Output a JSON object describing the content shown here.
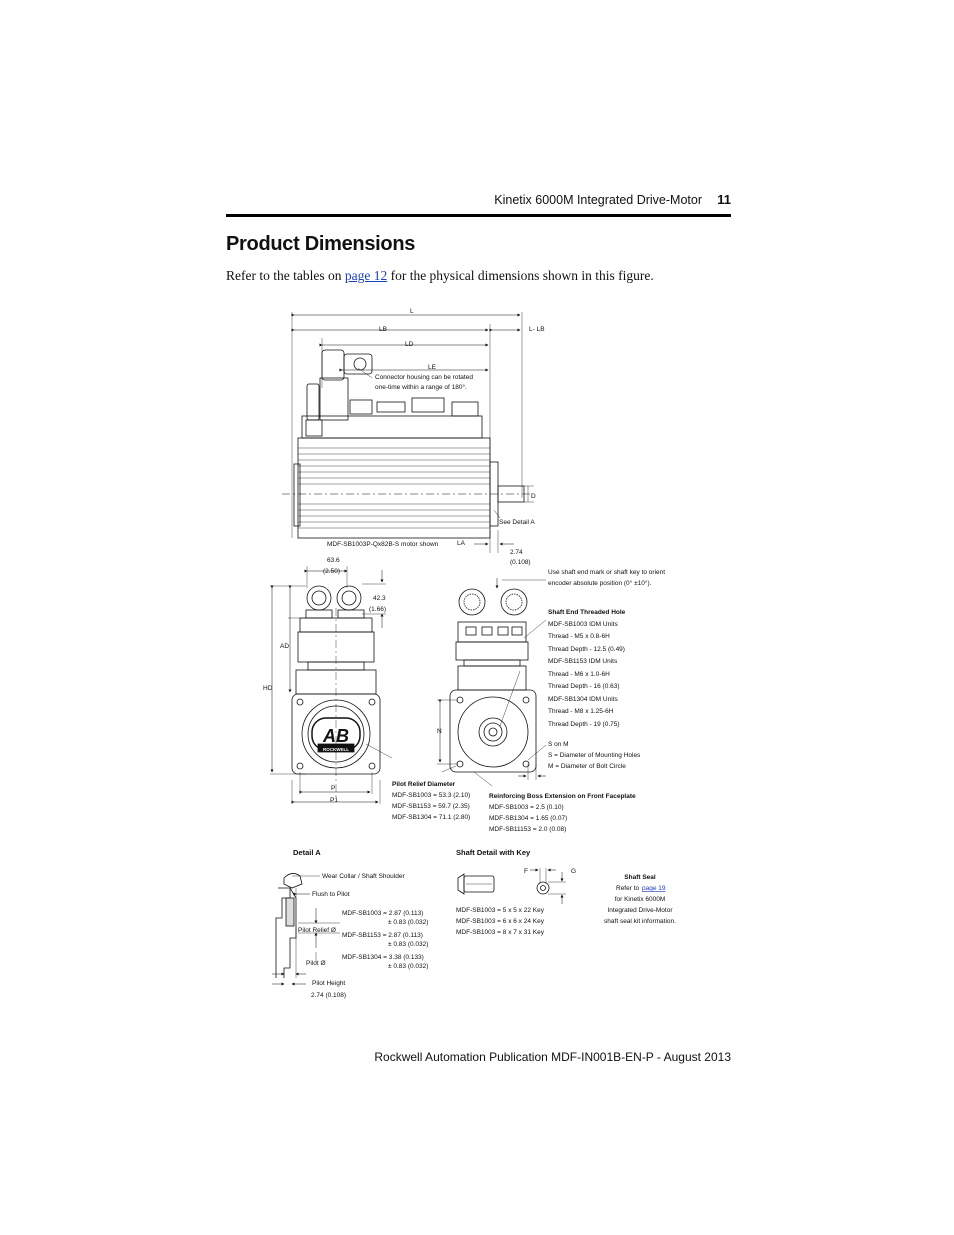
{
  "header": {
    "title": "Kinetix 6000M Integrated Drive-Motor",
    "page_number": "11"
  },
  "section": {
    "title": "Product Dimensions"
  },
  "intro": {
    "before": "Refer to the tables on ",
    "link": "page 12",
    "after": " for the physical dimensions shown in this figure."
  },
  "figure": {
    "top_dims": {
      "L": "L",
      "LB": "LB",
      "L_LB": "L- LB",
      "LD": "LD",
      "LE": "LE",
      "LA": "LA",
      "D": "D"
    },
    "connector_note": [
      "Connector housing can be rotated",
      "one-time within a range of 180°."
    ],
    "see_detail": "See Detail A",
    "caption": "MDF-SB1003P-Qx82B-S motor shown",
    "dim_274": [
      "2.74",
      "(0.108)"
    ],
    "dim_636": [
      "63.6",
      "(2.50)"
    ],
    "dim_423": [
      "42.3",
      "(1.66)"
    ],
    "side_dims": {
      "AD": "AD",
      "HD": "HD",
      "P": "P",
      "P1": "P1",
      "N": "N"
    },
    "logo": "AB",
    "logo_sub": "ROCKWELL",
    "orient_note": [
      "Use shaft end mark or shaft key to orient",
      "encoder absolute position (0° ±10°)."
    ],
    "threaded": {
      "title": "Shaft End Threaded Hole",
      "lines": [
        "MDF-SB1003 IDM Units",
        "Thread - M5 x 0.8-6H",
        "Thread Depth - 12.5 (0.49)",
        "MDF-SB1153 IDM Units",
        "Thread - M6 x 1.0-6H",
        "Thread Depth - 16 (0.63)",
        "MDF-SB1304 IDM Units",
        "Thread - M8 x 1.25-6H",
        "Thread Depth - 19 (0.75)"
      ]
    },
    "s_on_m": [
      "S on M",
      "S = Diameter of Mounting Holes",
      "M = Diameter of Bolt Circle"
    ],
    "pilot_relief": {
      "title": "Pilot Relief Diameter",
      "lines": [
        "MDF-SB1003 = 53.3 (2.10)",
        "MDF-SB1153 = 59.7 (2.35)",
        "MDF-SB1304 = 71.1 (2.80)"
      ]
    },
    "boss": {
      "title": "Reinforcing Boss Extension on Front Faceplate",
      "lines": [
        "MDF-SB1003 = 2.5 (0.10)",
        "MDF-SB1304 = 1.65 (0.07)",
        "MDF-SB11153 = 2.0 (0.08)"
      ]
    },
    "detail_a": {
      "title": "Detail A",
      "wear": "Wear Collar / Shaft Shoulder",
      "flush": "Flush to Pilot",
      "pilot_relief": "Pilot Relief Ø",
      "pilot_dia": "Pilot Ø",
      "pilot_height": "Pilot Height",
      "dim": "2.74 (0.108)",
      "specs": [
        [
          "MDF-SB1003 = 2.87 (0.113)",
          "± 0.83 (0.032)"
        ],
        [
          "MDF-SB1153 = 2.87 (0.113)",
          "± 0.83 (0.032)"
        ],
        [
          "MDF-SB1304 = 3.38 (0.133)",
          "± 0.83 (0.032)"
        ]
      ]
    },
    "shaft_key": {
      "title": "Shaft Detail with Key",
      "F": "F",
      "G": "G",
      "lines": [
        "MDF-SB1003 = 5 x 5 x 22 Key",
        "MDF-SB1003 = 6 x 6 x 24 Key",
        "MDF-SB1003 = 8 x 7 x 31 Key"
      ]
    },
    "shaft_seal": {
      "title": "Shaft Seal",
      "refer": "Refer to ",
      "link": "page 19",
      "lines": [
        "for Kinetix 6000M",
        "Integrated Drive-Motor",
        "shaft seal kit information."
      ]
    }
  },
  "footer": {
    "text": "Rockwell Automation Publication MDF-IN001B-EN-P - August 2013"
  }
}
